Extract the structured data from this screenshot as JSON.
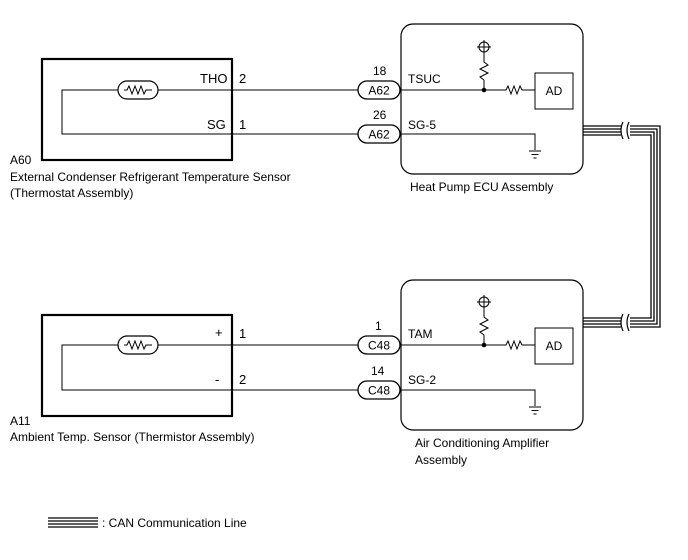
{
  "components": {
    "sensor_top": {
      "id": "A60",
      "name_line1": "External Condenser Refrigerant Temperature Sensor",
      "name_line2": "(Thermostat Assembly)",
      "pin1_name": "THO",
      "pin1_num": "2",
      "pin2_name": "SG",
      "pin2_num": "1"
    },
    "sensor_bottom": {
      "id": "A11",
      "name": "Ambient Temp. Sensor (Thermistor Assembly)",
      "pin1_name": "+",
      "pin1_num": "1",
      "pin2_name": "-",
      "pin2_num": "2"
    },
    "ecu_top": {
      "name": "Heat Pump ECU Assembly",
      "pin1_name": "TSUC",
      "pin2_name": "SG-5",
      "ad_label": "AD"
    },
    "ecu_bottom": {
      "name_line1": "Air Conditioning Amplifier",
      "name_line2": "Assembly",
      "pin1_name": "TAM",
      "pin2_name": "SG-2",
      "ad_label": "AD"
    }
  },
  "connectors": {
    "top_1": {
      "code": "A62",
      "pin": "18"
    },
    "top_2": {
      "code": "A62",
      "pin": "26"
    },
    "bottom_1": {
      "code": "C48",
      "pin": "1"
    },
    "bottom_2": {
      "code": "C48",
      "pin": "14"
    }
  },
  "legend": {
    "can_line_label": ": CAN Communication Line"
  }
}
